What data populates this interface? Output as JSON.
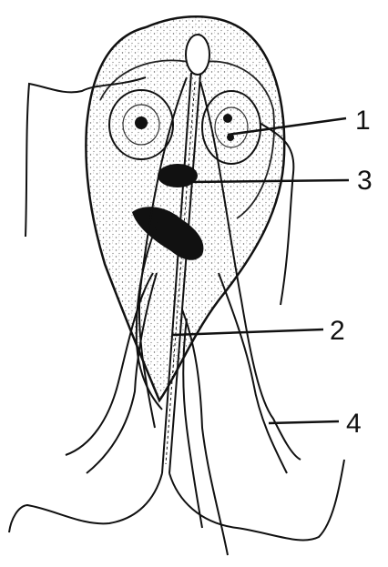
{
  "labels": {
    "l1": "1",
    "l2": "2",
    "l3": "3",
    "l4": "4"
  },
  "colors": {
    "ink": "#111111",
    "stipple": "#555555",
    "background": "#ffffff"
  }
}
